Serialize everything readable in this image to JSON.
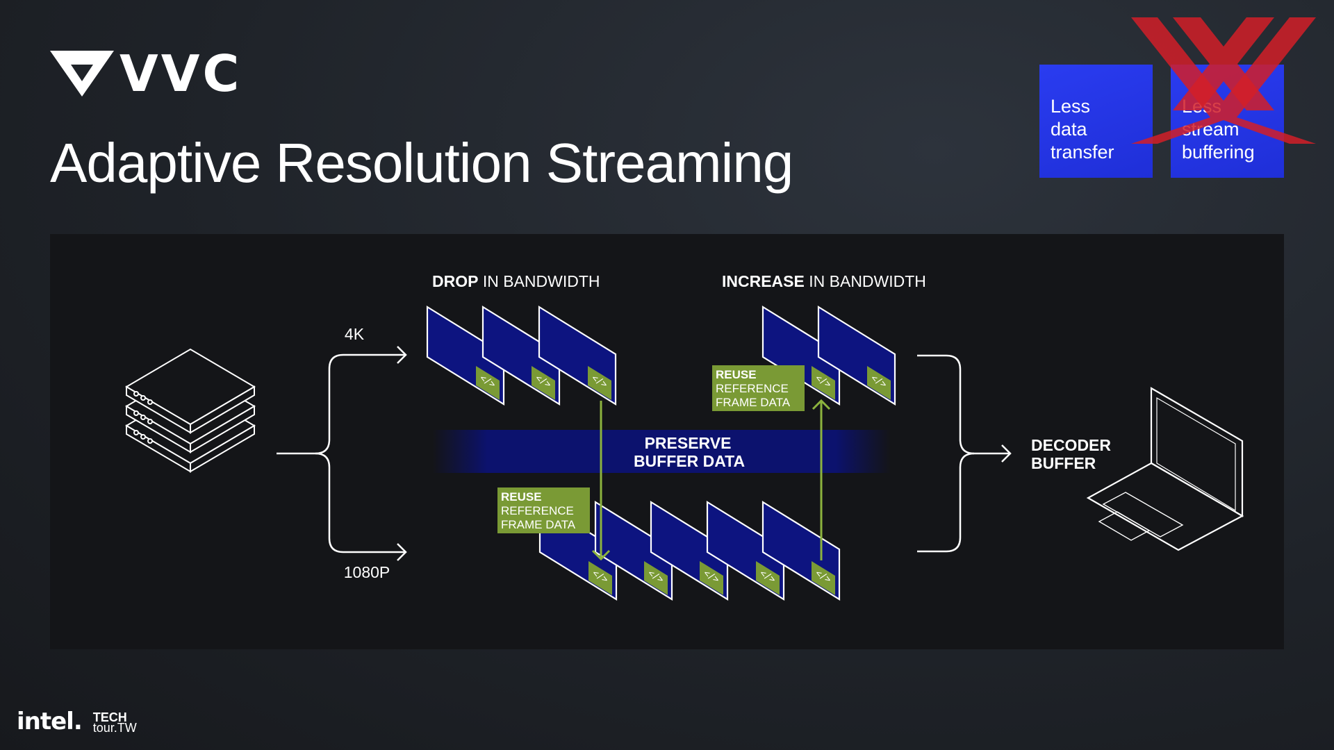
{
  "logo": {
    "text": "VVC"
  },
  "title": "Adaptive Resolution Streaming",
  "benefits": [
    {
      "lines": [
        "Less",
        "data",
        "transfer"
      ],
      "crossed": false
    },
    {
      "lines": [
        "Less",
        "stream",
        "buffering"
      ],
      "crossed": true
    }
  ],
  "diagram": {
    "drop_bold": "DROP",
    "drop_rest": " IN BANDWIDTH",
    "increase_bold": "INCREASE",
    "increase_rest": " IN BANDWIDTH",
    "label_4k": "4K",
    "label_1080p": "1080P",
    "preserve_line1": "PRESERVE",
    "preserve_line2": "BUFFER DATA",
    "reuse_line1": "REUSE",
    "reuse_line2": "REFERENCE",
    "reuse_line3": "FRAME DATA",
    "decoder_line1": "DECODER",
    "decoder_line2": "BUFFER",
    "code_glyph": "</>"
  },
  "footer": {
    "brand": "intel.",
    "tour_line1": "TECH",
    "tour_line2": "tour.TW"
  },
  "colors": {
    "frame_fill": "#0d1480",
    "reuse_green": "#7a9a35",
    "benefit_blue": "#2436e6",
    "cross_red": "#d21e28"
  }
}
